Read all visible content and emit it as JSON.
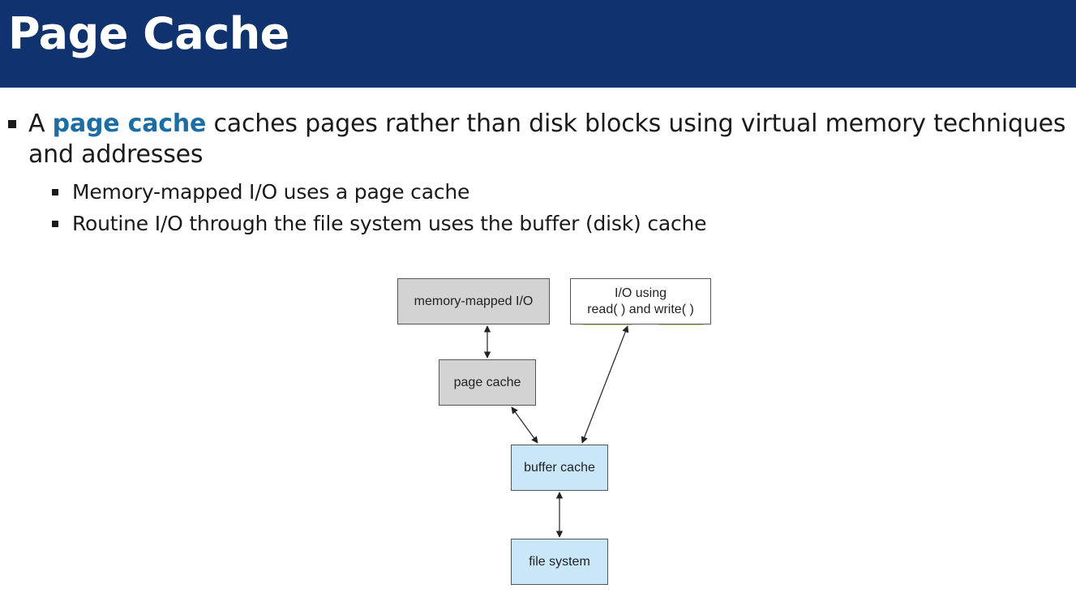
{
  "slide": {
    "title": "Page Cache",
    "bullet1": {
      "prefix": "A ",
      "term": "page cache",
      "suffix": " caches pages rather than disk blocks using virtual memory techniques and addresses"
    },
    "subbullets": [
      "Memory-mapped I/O uses a page cache",
      "Routine I/O through the file system uses the buffer (disk) cache"
    ]
  },
  "diagram": {
    "memory_mapped": "memory-mapped I/O",
    "io_line1": "I/O using",
    "io_line2": "read( ) and write( )",
    "page_cache": "page cache",
    "buffer_cache": "buffer cache",
    "file_system": "file system"
  },
  "colors": {
    "title_bar": "#10326e",
    "term_highlight": "#1c6da3",
    "gray_box": "#d3d3d3",
    "blue_box": "#c9e7f9",
    "annotation_light_green": "#a8d878",
    "annotation_green": "#4caf6a"
  }
}
